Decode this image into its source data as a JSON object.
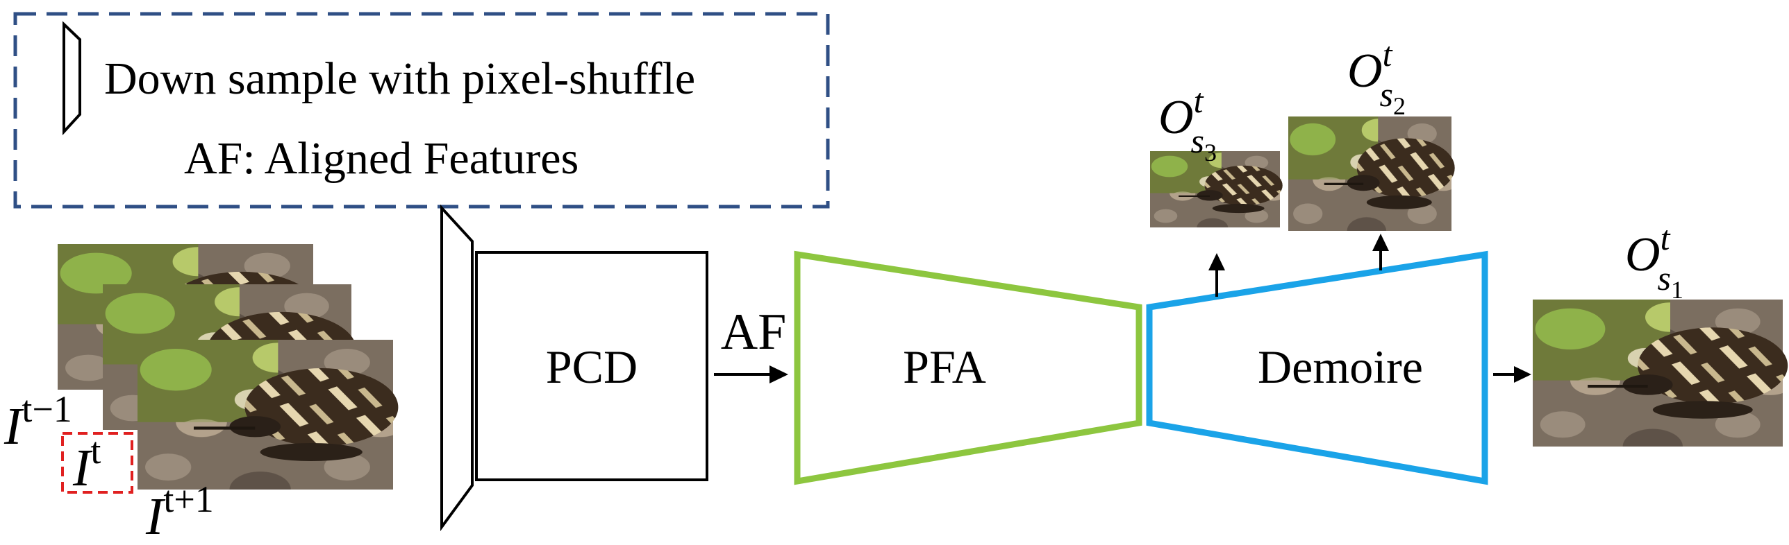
{
  "legend": {
    "line1": "Down sample with pixel-shuffle",
    "line2": "AF: Aligned Features",
    "box_color": "#2f4f85",
    "icon": "trapezoid-downsample-icon"
  },
  "blocks": {
    "pcd": "PCD",
    "af": "AF",
    "pfa": "PFA",
    "demoire": "Demoire",
    "pfa_color": "#8dc63f",
    "demoire_color": "#1aa3e8"
  },
  "inputs": {
    "prev": {
      "base": "I",
      "sup": "t−1"
    },
    "cur": {
      "base": "I",
      "sup": "t"
    },
    "next": {
      "base": "I",
      "sup": "t+1"
    },
    "highlight_color": "#e02020"
  },
  "outputs": {
    "s1": {
      "base": "O",
      "sup": "t",
      "sub": "s",
      "subsub": "1"
    },
    "s2": {
      "base": "O",
      "sup": "t",
      "sub": "s",
      "subsub": "2"
    },
    "s3": {
      "base": "O",
      "sup": "t",
      "sub": "s",
      "subsub": "3"
    }
  }
}
